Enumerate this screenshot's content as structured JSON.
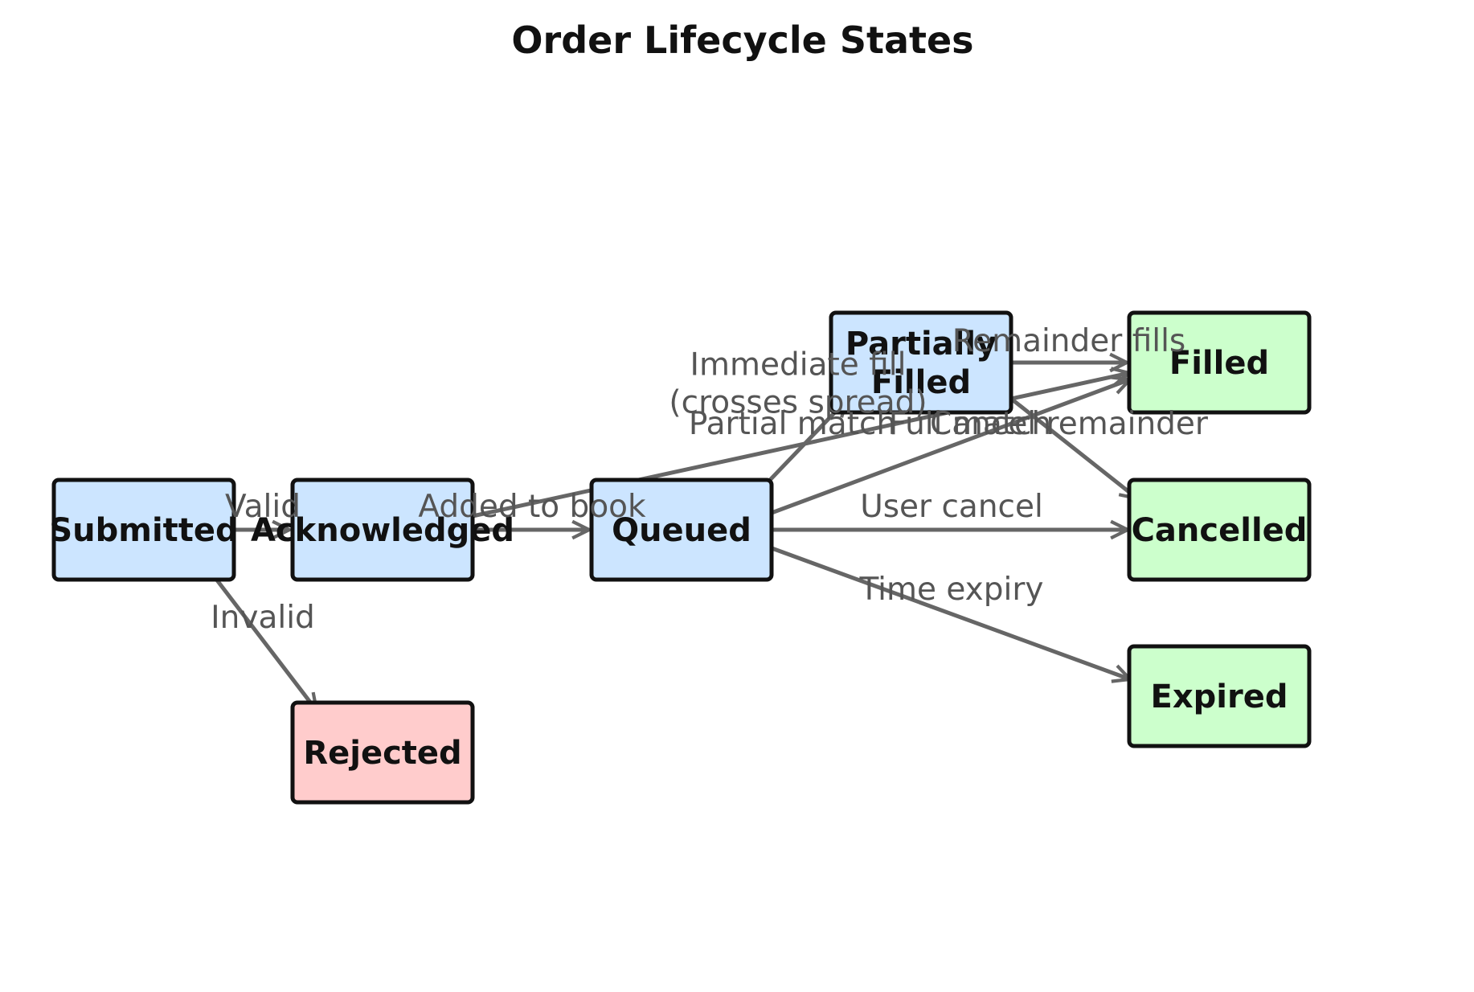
{
  "title": "Order Lifecycle States",
  "colors": {
    "active": "#cce5ff",
    "terminal": "#ccffcc",
    "rejected": "#ffcccc",
    "edge": "#666666",
    "edge_label": "#555555",
    "border": "#111111"
  },
  "nodes": [
    {
      "id": "submitted",
      "label": "Submitted",
      "kind": "active"
    },
    {
      "id": "acknowledged",
      "label": "Acknowledged",
      "kind": "active"
    },
    {
      "id": "queued",
      "label": "Queued",
      "kind": "active"
    },
    {
      "id": "partially_filled",
      "label": "Partially\nFilled",
      "kind": "active"
    },
    {
      "id": "filled",
      "label": "Filled",
      "kind": "terminal"
    },
    {
      "id": "cancelled",
      "label": "Cancelled",
      "kind": "terminal"
    },
    {
      "id": "expired",
      "label": "Expired",
      "kind": "terminal"
    },
    {
      "id": "rejected",
      "label": "Rejected",
      "kind": "rejected"
    }
  ],
  "edges": [
    {
      "from": "submitted",
      "to": "acknowledged",
      "label": "Valid"
    },
    {
      "from": "submitted",
      "to": "rejected",
      "label": "Invalid"
    },
    {
      "from": "acknowledged",
      "to": "queued",
      "label": "Added to book"
    },
    {
      "from": "acknowledged",
      "to": "filled",
      "label": "Immediate fill\n(crosses spread)"
    },
    {
      "from": "queued",
      "to": "partially_filled",
      "label": "Partial match"
    },
    {
      "from": "queued",
      "to": "filled",
      "label": "Full match"
    },
    {
      "from": "queued",
      "to": "cancelled",
      "label": "User cancel"
    },
    {
      "from": "queued",
      "to": "expired",
      "label": "Time expiry"
    },
    {
      "from": "partially_filled",
      "to": "filled",
      "label": "Remainder fills"
    },
    {
      "from": "partially_filled",
      "to": "cancelled",
      "label": "Cancel remainder"
    }
  ]
}
